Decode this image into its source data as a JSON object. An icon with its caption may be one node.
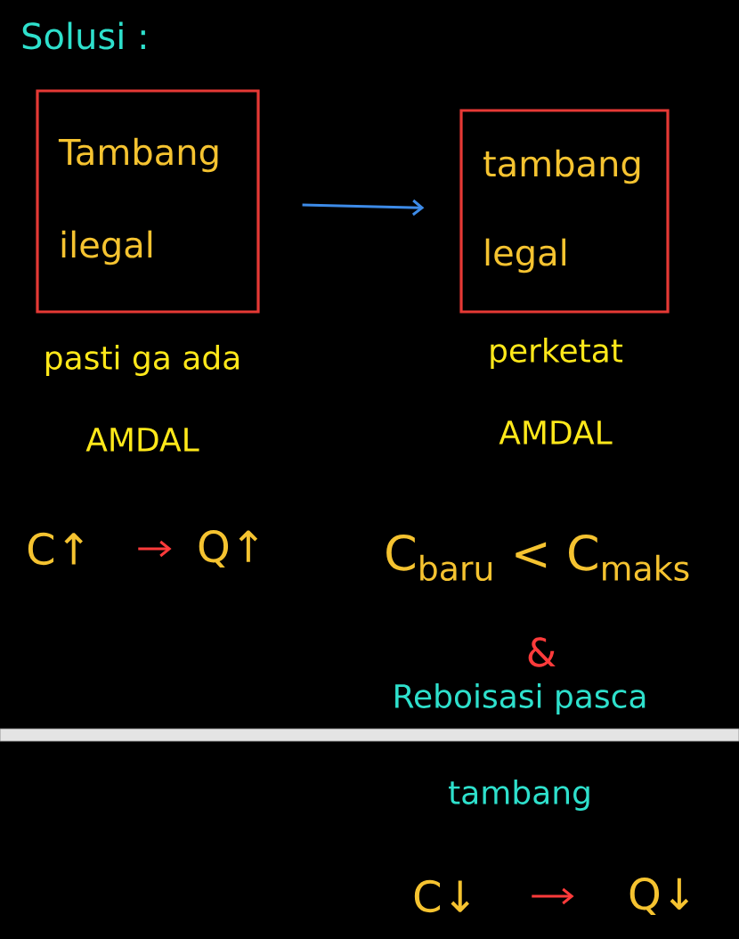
{
  "diagram": {
    "nodes": [
      {
        "text": [
          "Tambang ilegal"
        ],
        "beside": [
          "pasti ga ada AMDAL"
        ]
      },
      {
        "text": [
          "tambang legal"
        ],
        "beside": [
          "perketat AMDAL"
        ]
      },
      {
        "text": [
          "C↑"
        ]
      },
      {
        "text": [
          "Q↑"
        ]
      },
      {
        "text": [
          "C↓"
        ]
      },
      {
        "text": [
          "Q↓"
        ]
      }
    ],
    "edges": [
      {
        "from": 0,
        "to": 1,
        "arrow": "to",
        "color": "#3d8be8"
      },
      {
        "from": 2,
        "to": 3,
        "arrow": "to"
      },
      {
        "from": 4,
        "to": 5,
        "arrow": "to"
      }
    ],
    "labels": [
      "Solusi :",
      "C$_{baru}$ < C$_{maks}$",
      "&",
      "Reboisasi pasca tambang"
    ]
  }
}
